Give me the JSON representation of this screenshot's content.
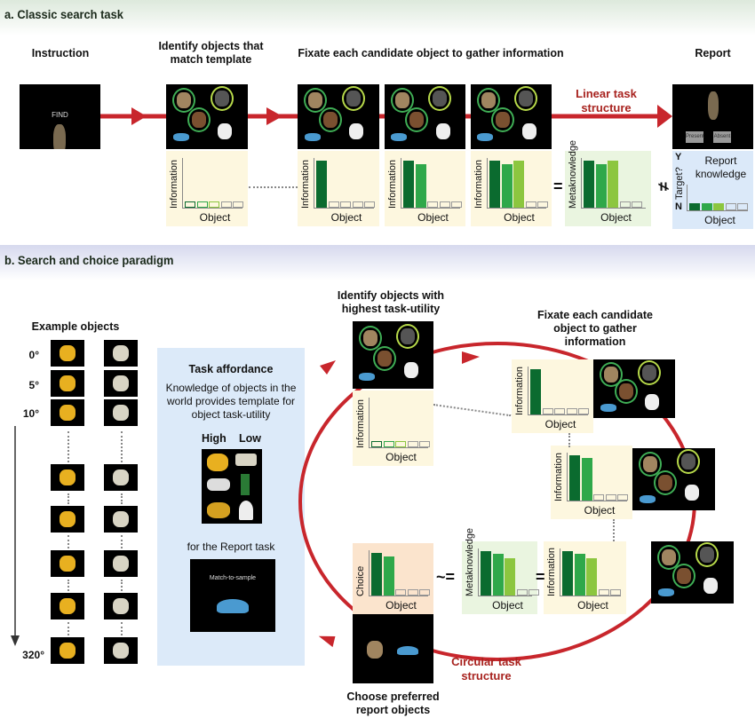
{
  "section_a": {
    "title": "a. Classic search task",
    "steps": {
      "instruction": "Instruction",
      "identify": "Identify objects that match template",
      "fixate": "Fixate each candidate object to gather information",
      "report": "Report"
    },
    "instruction_text": "FIND",
    "linear_label": "Linear task structure",
    "report_buttons": {
      "present": "Present",
      "absent": "Absent"
    },
    "equals": "=",
    "not_equals": "≠",
    "report_knowledge": "Report knowledge",
    "report_axis": {
      "label": "Target?",
      "top": "Y",
      "bottom": "N"
    }
  },
  "section_b": {
    "title": "b. Search and choice paradigm",
    "example_objects": "Example objects",
    "angles": [
      "0°",
      "5°",
      "10°",
      "320°"
    ],
    "task_affordance": {
      "title": "Task affordance",
      "body": "Knowledge of objects in the world provides template for object task-utility",
      "high": "High",
      "low": "Low",
      "for_report": "for the Report task",
      "screen_text": "Match-to-sample"
    },
    "identify": "Identify objects with highest task-utility",
    "fixate": "Fixate each candidate object to gather information",
    "circular_label": "Circular task structure",
    "choose": "Choose preferred report objects",
    "approx": "~=",
    "equals": "="
  },
  "colors": {
    "arrow": "#c8262c",
    "bar1": "#0b6b2f",
    "bar2": "#2fa84a",
    "bar3": "#8cc63f",
    "empty": "#9a9a9a"
  },
  "charts": {
    "a0": {
      "ylabel": "Information",
      "xlabel": "Object",
      "values": [
        0,
        0,
        0,
        0,
        0
      ]
    },
    "a1": {
      "ylabel": "Information",
      "xlabel": "Object",
      "values": [
        1,
        0,
        0,
        0,
        0
      ]
    },
    "a2": {
      "ylabel": "Information",
      "xlabel": "Object",
      "values": [
        1,
        0.92,
        0,
        0,
        0
      ]
    },
    "a3": {
      "ylabel": "Information",
      "xlabel": "Object",
      "values": [
        1,
        0.92,
        1,
        0,
        0
      ]
    },
    "a_meta": {
      "ylabel": "Metaknowledge",
      "xlabel": "Object",
      "values": [
        1,
        0.92,
        1,
        0,
        0
      ]
    },
    "a_report": {
      "ylabel": "",
      "xlabel": "Object",
      "values": [
        0.1,
        0.1,
        0.1,
        0,
        0
      ]
    },
    "b0": {
      "ylabel": "Information",
      "xlabel": "Object",
      "values": [
        0,
        0,
        0,
        0,
        0
      ]
    },
    "b1": {
      "ylabel": "Information",
      "xlabel": "Object",
      "values": [
        1,
        0,
        0,
        0,
        0
      ]
    },
    "b2": {
      "ylabel": "Information",
      "xlabel": "Object",
      "values": [
        1,
        0.95,
        0,
        0,
        0
      ]
    },
    "b3": {
      "ylabel": "Information",
      "xlabel": "Object",
      "values": [
        1,
        0.95,
        0.85,
        0,
        0
      ]
    },
    "b_meta": {
      "ylabel": "Metaknowledge",
      "xlabel": "Object",
      "values": [
        1,
        0.95,
        0.85,
        0,
        0
      ]
    },
    "b_choice": {
      "ylabel": "Choice",
      "xlabel": "Object",
      "values": [
        1,
        0.92,
        0,
        0,
        0
      ]
    }
  }
}
